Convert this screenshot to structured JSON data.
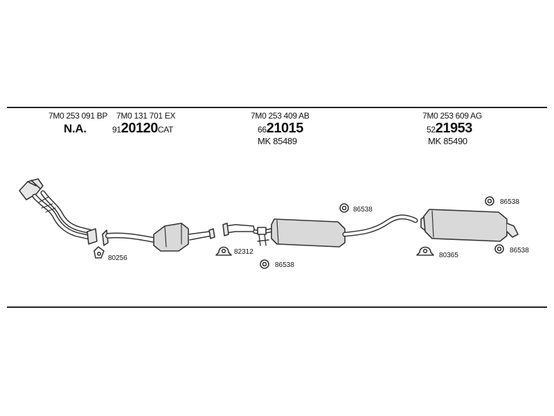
{
  "columns": [
    {
      "code": "7M0 253 091 BP",
      "main": "N.A."
    },
    {
      "code": "7M0 131 701 EX",
      "prefix": "91",
      "number": "20120",
      "suffix": "CAT"
    },
    {
      "code": "7M0 253 409 AB",
      "prefix": "66",
      "number": "21015",
      "mk": "MK  85489"
    },
    {
      "code": "7M0 253 609 AG",
      "prefix": "52",
      "number": "21953",
      "mk": "MK  85490"
    }
  ],
  "parts": {
    "p80256": "80256",
    "p82312": "82312",
    "p86538_mid_upper": "86538",
    "p86538_mid_lower": "86538",
    "p86538_right_upper": "86538",
    "p86538_right_lower": "86538",
    "p80365": "80365"
  },
  "colors": {
    "line": "#222222",
    "part": "#333333",
    "fill": "#d9d9d9"
  }
}
